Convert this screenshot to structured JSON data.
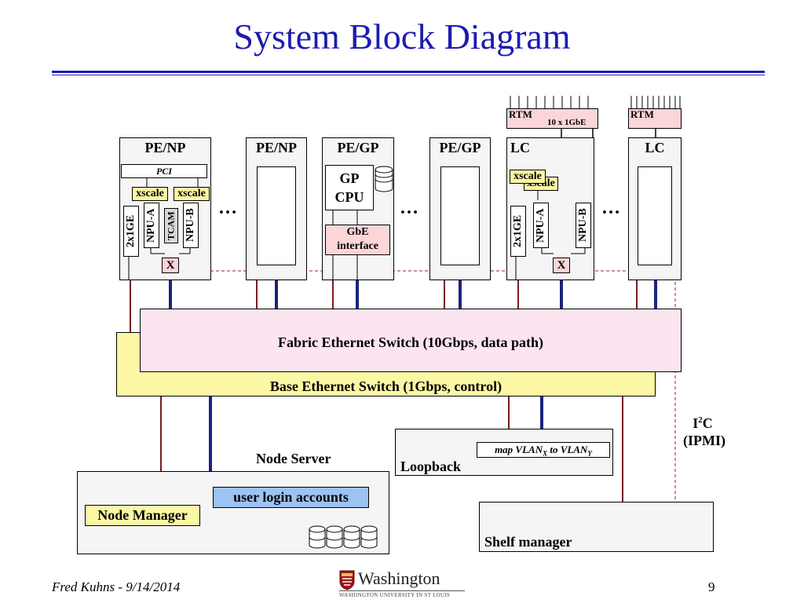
{
  "slide": {
    "title": "System Block Diagram",
    "footer_left": "Fred Kuhns - 9/14/2014",
    "page_number": "9",
    "logo_text": "Washington",
    "logo_subtext": "WASHINGTON UNIVERSITY IN ST LOUIS"
  },
  "boards": {
    "pe_np_1": {
      "label": "PE/NP",
      "pci": "PCI",
      "xscale_a": "xscale",
      "xscale_b": "xscale",
      "ge": "2x1GE",
      "npu_a": "NPU-A",
      "tcam": "TCAM",
      "npu_b": "NPU-B",
      "switch": "X"
    },
    "pe_np_2": {
      "label": "PE/NP"
    },
    "pe_gp_1": {
      "label": "PE/GP",
      "cpu": "GP CPU",
      "gbe": "GbE interface"
    },
    "pe_gp_2": {
      "label": "PE/GP"
    },
    "lc_1": {
      "label": "LC",
      "xscale_a": "xscale",
      "xscale_b": "xscale",
      "ge": "2x1GE",
      "npu_a": "NPU-A",
      "npu_b": "NPU-B",
      "switch": "X"
    },
    "lc_2": {
      "label": "LC"
    }
  },
  "ellipsis": "…",
  "rtm": {
    "label_1": "RTM",
    "sub_1": "10 x 1GbE",
    "label_2": "RTM"
  },
  "fabric_switch": "Fabric Ethernet Switch (10Gbps, data path)",
  "base_switch": "Base Ethernet Switch (1Gbps, control)",
  "i2c": {
    "line1_pre": "I",
    "line1_sup": "2",
    "line1_post": "C",
    "line2": "(IPMI)"
  },
  "loopback": {
    "label": "Loopback",
    "map_pre": "map VLAN",
    "map_sub_x": "X",
    "map_mid": " to VLAN",
    "map_sub_y": "Y"
  },
  "node_server": {
    "title": "Node Server",
    "user_accounts": "user login accounts",
    "node_manager": "Node Manager"
  },
  "shelf_manager": "Shelf manager",
  "colors": {
    "title_blue": "#1c1cb0",
    "fabric_pink": "#fce4f0",
    "base_yellow": "#fbf7a4",
    "rtm_pink": "#fbd5d8",
    "label_blue": "#9cc3f3",
    "data_line": "#1a237e",
    "control_line": "#7b1c1c"
  }
}
